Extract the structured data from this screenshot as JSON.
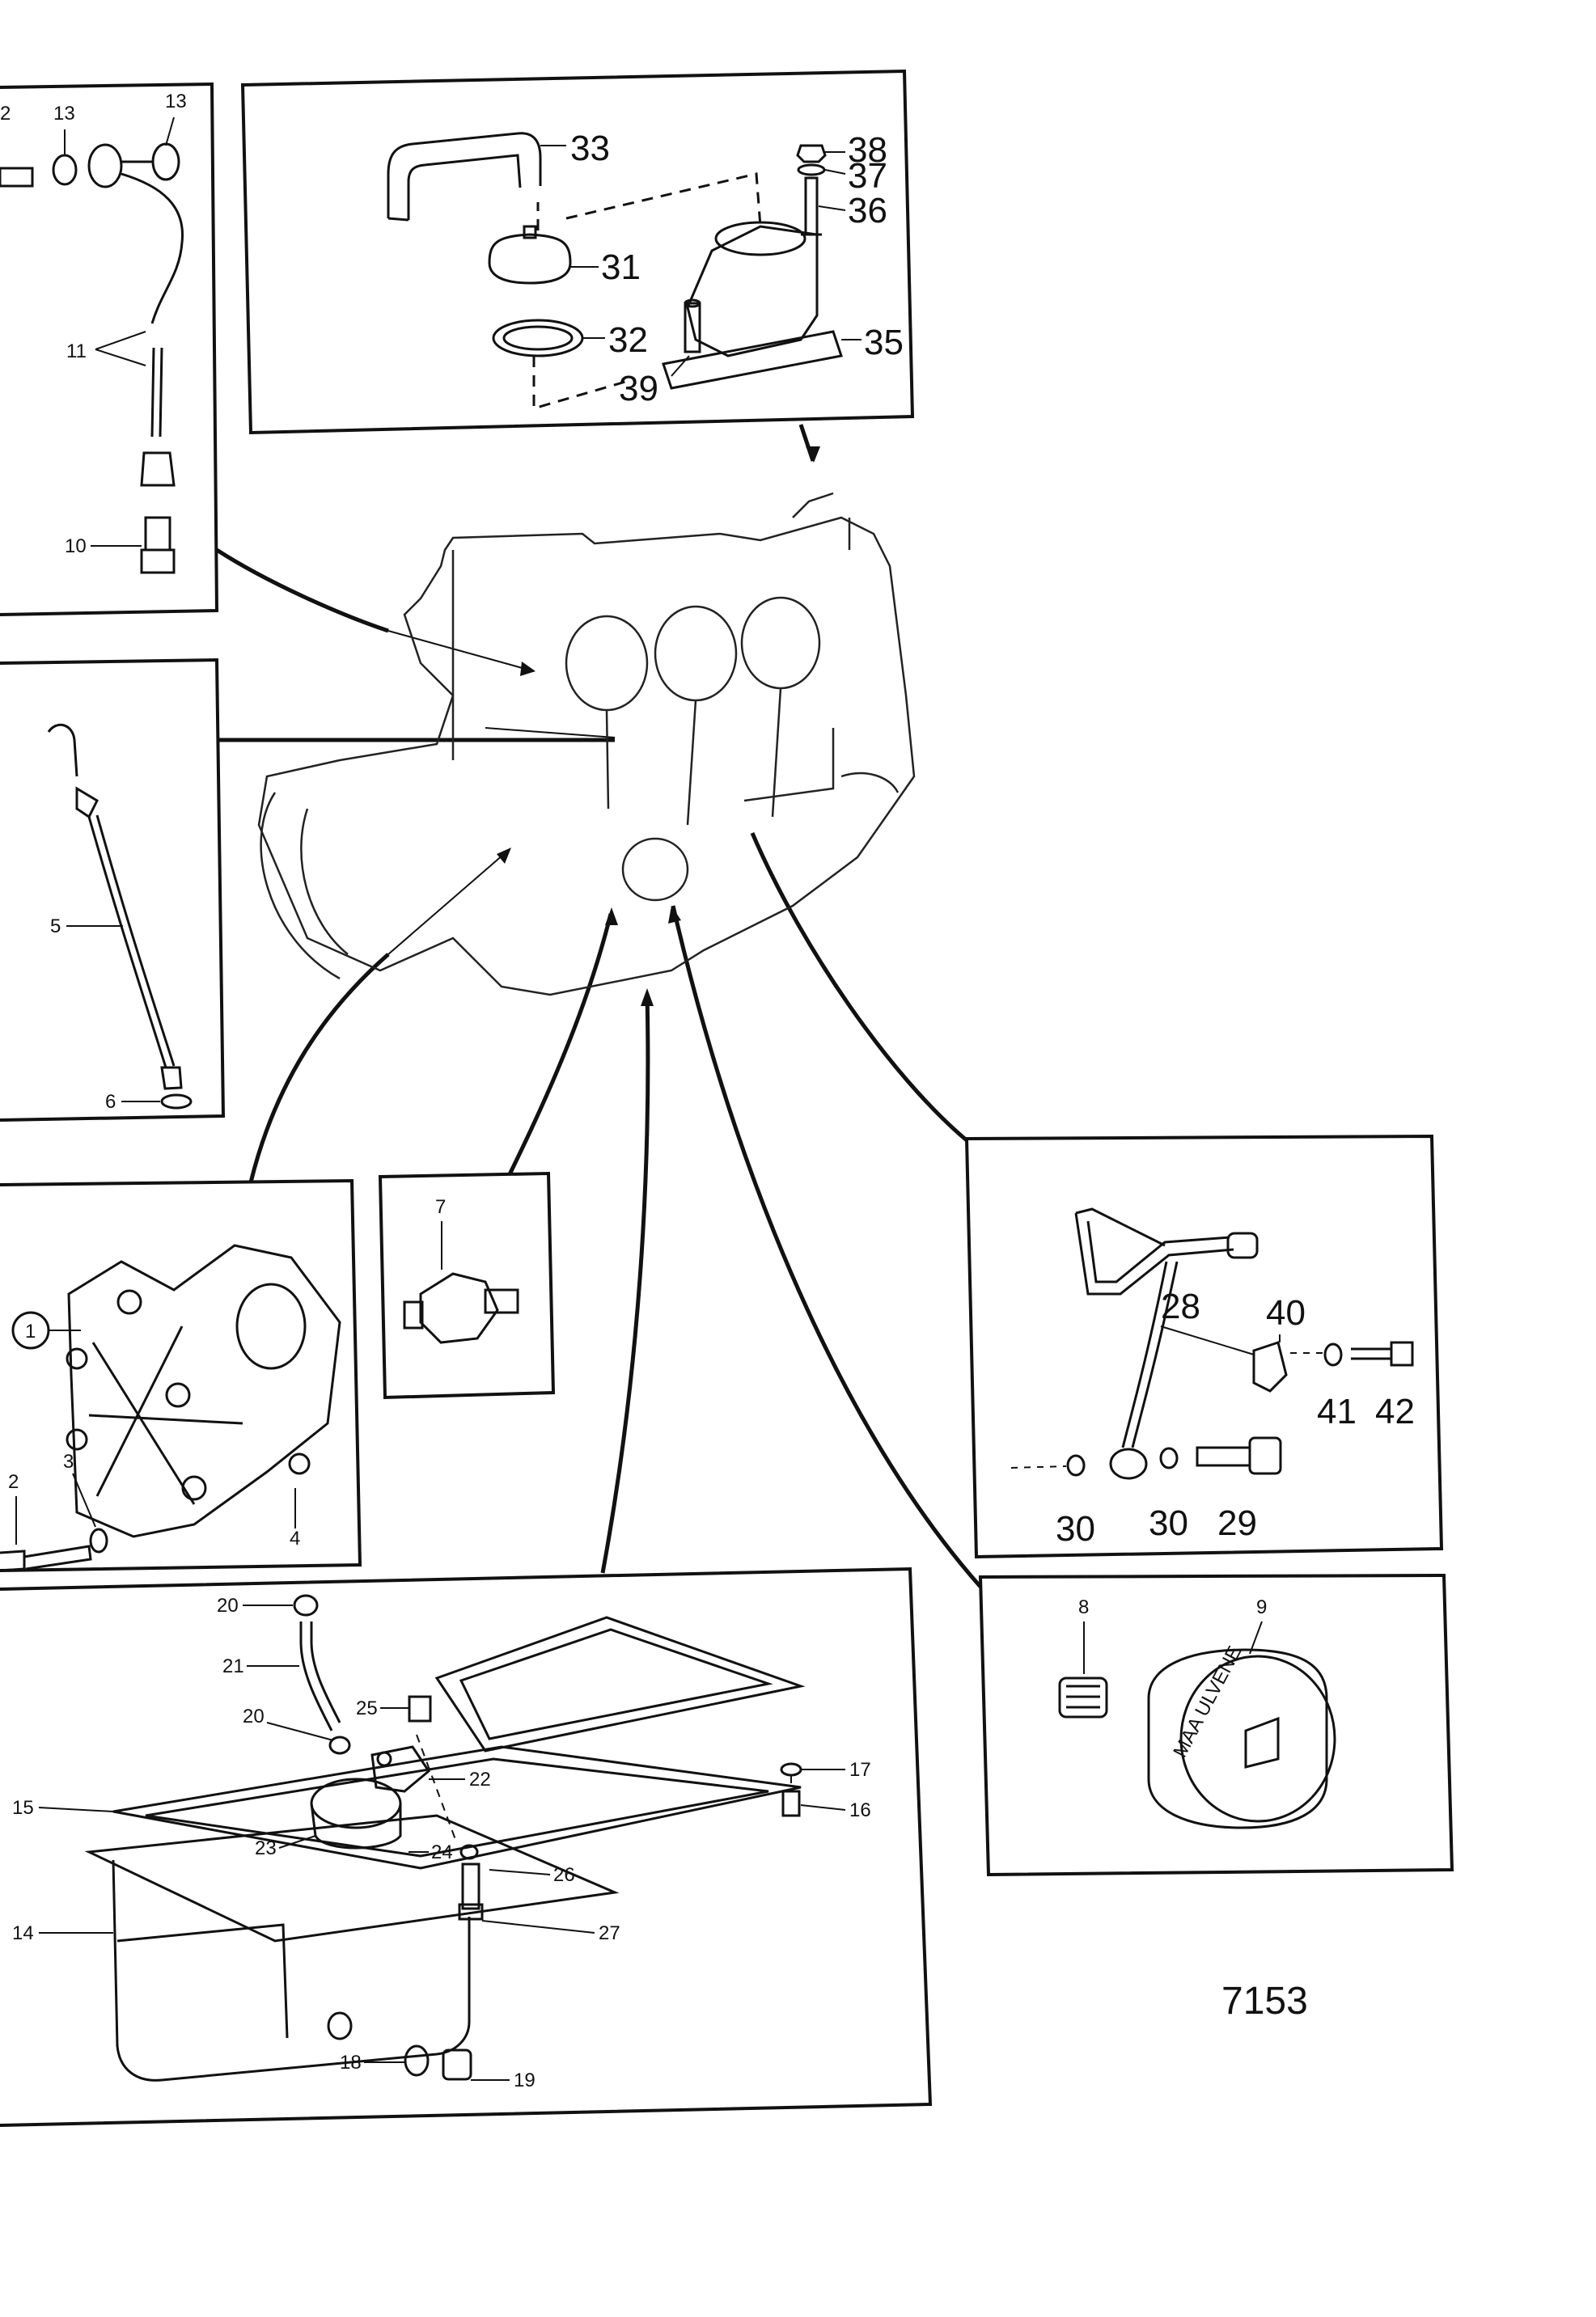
{
  "drawing_ref": "7153",
  "parts": {
    "p1": "1",
    "p2": "2",
    "p3": "3",
    "p4": "4",
    "p5": "5",
    "p6": "6",
    "p7": "7",
    "p8": "8",
    "p9": "9",
    "p10": "10",
    "p11": "11",
    "p12": "2",
    "p13a": "13",
    "p13b": "13",
    "p14": "14",
    "p15": "15",
    "p16": "16",
    "p17": "17",
    "p18": "18",
    "p19": "19",
    "p20a": "20",
    "p20b": "20",
    "p21": "21",
    "p22": "22",
    "p23": "23",
    "p24": "24",
    "p25": "25",
    "p26": "26",
    "p27": "27",
    "p28": "28",
    "p29": "29",
    "p30a": "30",
    "p30b": "30",
    "p31": "31",
    "p32": "32",
    "p33": "33",
    "p35": "35",
    "p36": "36",
    "p37": "37",
    "p38": "38",
    "p39": "39",
    "p40": "40",
    "p41": "41",
    "p42": "42"
  },
  "filter_brand": "MAA ULVENE"
}
